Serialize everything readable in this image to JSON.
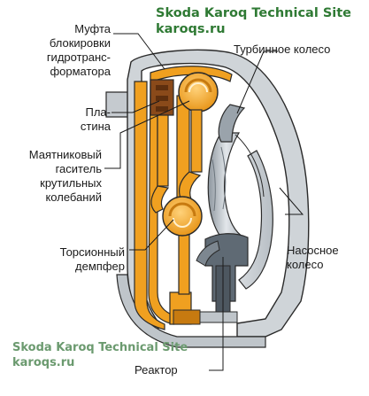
{
  "watermark_top": {
    "title": "Skoda Karoq Technical Site",
    "url": "karoqs.ru",
    "color": "#2f7a34"
  },
  "watermark_bottom": {
    "title": "Skoda Karoq Technical Site",
    "url": "karoqs.ru",
    "color": "#6b9a6f"
  },
  "labels": {
    "lockup_clutch": [
      "Муфта",
      "блокировки",
      "гидротранс-",
      "форматора"
    ],
    "plate": [
      "Пла-",
      "стина"
    ],
    "pendulum_damper": [
      "Маятниковый",
      "гаситель",
      "крутильных",
      "колебаний"
    ],
    "torsion_damper": [
      "Торсионный",
      "демпфер"
    ],
    "turbine_wheel": [
      "Турбинное колесо"
    ],
    "pump_wheel": [
      "Насосное",
      "колесо"
    ],
    "reactor": [
      "Реактор"
    ]
  },
  "colors": {
    "orange": "#f0a020",
    "orange_dark": "#c77a10",
    "brown": "#8a4a1a",
    "gray_light": "#c8cdd2",
    "gray_mid": "#9aa3ab",
    "gray_dark": "#5f6a74",
    "outline": "#2a2a2a"
  }
}
